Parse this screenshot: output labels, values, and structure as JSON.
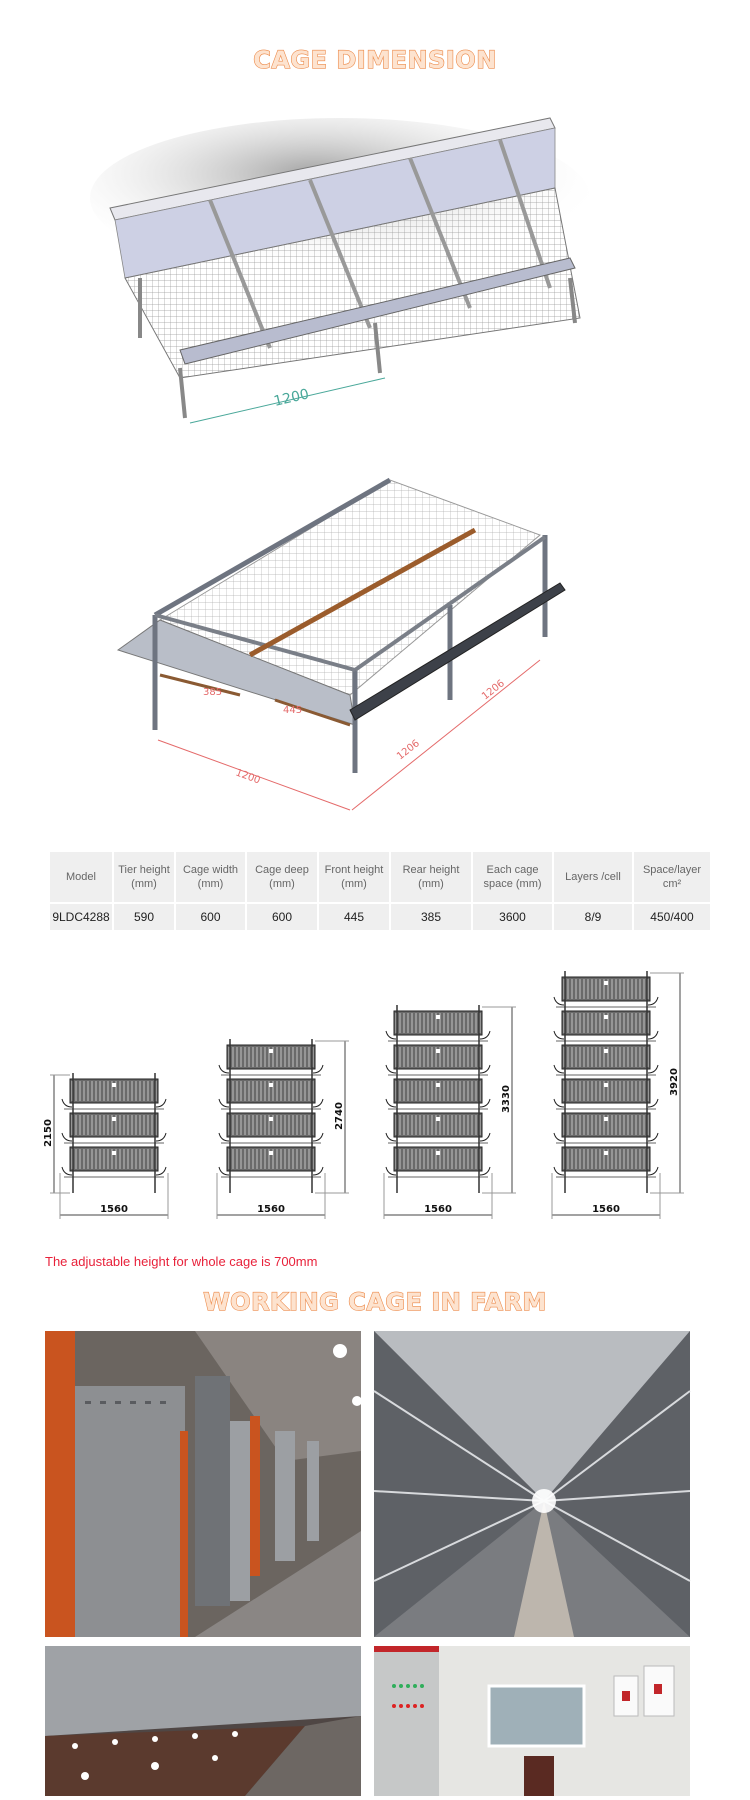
{
  "sections": {
    "cage_dimension": {
      "heading": "CAGE DIMENSION"
    },
    "working_cage": {
      "heading": "WORKING CAGE IN FARM"
    }
  },
  "renders": {
    "render_1": {
      "dimension_label": "1200",
      "description": "4-cell cage top view 3D render"
    },
    "render_2": {
      "dimension_labels": {
        "width": "1200",
        "depth_front": "1206",
        "depth_side": "1206",
        "rear_height": "385",
        "front_height": "445"
      },
      "description": "single cage frame 3D render"
    }
  },
  "spec_table": {
    "headers": [
      [
        "Model"
      ],
      [
        "Tier height",
        "(mm)"
      ],
      [
        "Cage width",
        "(mm)"
      ],
      [
        "Cage deep",
        "(mm)"
      ],
      [
        "Front height",
        "(mm)"
      ],
      [
        "Rear height",
        "(mm)"
      ],
      [
        "Each cage",
        "space (mm)"
      ],
      [
        "Layers /cell"
      ],
      [
        "Space/layer",
        "cm²"
      ]
    ],
    "header_text": [
      "Model",
      "Tier height (mm)",
      "Cage width (mm)",
      "Cage deep (mm)",
      "Front height (mm)",
      "Rear height (mm)",
      "Each cage space (mm)",
      "Layers /cell",
      "Space/layer cm²"
    ],
    "rows": [
      [
        "9LDC4288",
        "590",
        "600",
        "600",
        "445",
        "385",
        "3600",
        "8/9",
        "450/400"
      ]
    ]
  },
  "tier_drawings": [
    {
      "tiers": 3,
      "height_label": "2150",
      "width_label": "1560"
    },
    {
      "tiers": 4,
      "height_label": "2740",
      "width_label": "1560"
    },
    {
      "tiers": 5,
      "height_label": "3330",
      "width_label": "1560"
    },
    {
      "tiers": 6,
      "height_label": "3920",
      "width_label": "1560"
    }
  ],
  "note": "The adjustable height for whole cage is 700mm",
  "photos": [
    {
      "name": "photo-egg-collection-end",
      "description": "cage row ends with perforated panels and orange egg trays"
    },
    {
      "name": "photo-cage-aisle",
      "description": "long aisle between stacked cage rows"
    },
    {
      "name": "photo-hens-in-cages",
      "description": "lit house with hens in stacked cages"
    },
    {
      "name": "photo-control-room",
      "description": "control room with electrical cabinet and computer desk"
    }
  ],
  "colors": {
    "heading_fill": "#fde3cf",
    "heading_stroke": "#ec8a4a",
    "note_red": "#e8213a",
    "table_cell": "#efefef",
    "dim_teal": "#4aa89a",
    "dim_red": "#e46a6a"
  }
}
